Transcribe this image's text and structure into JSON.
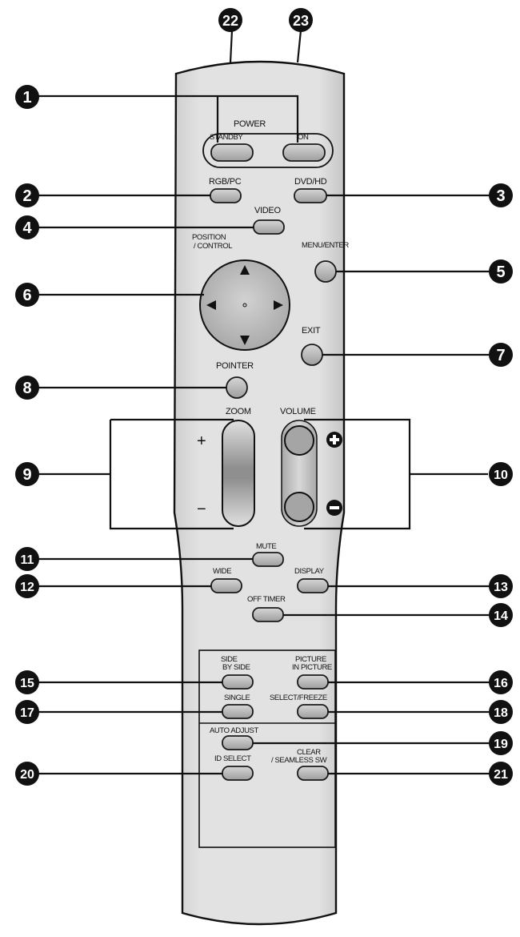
{
  "callouts": {
    "n1": "1",
    "n2": "2",
    "n3": "3",
    "n4": "4",
    "n5": "5",
    "n6": "6",
    "n7": "7",
    "n8": "8",
    "n9": "9",
    "n10": "10",
    "n11": "11",
    "n12": "12",
    "n13": "13",
    "n14": "14",
    "n15": "15",
    "n16": "16",
    "n17": "17",
    "n18": "18",
    "n19": "19",
    "n20": "20",
    "n21": "21",
    "n22": "22",
    "n23": "23"
  },
  "labels": {
    "power": "POWER",
    "standby": "STANDBY",
    "on": "ON",
    "rgb_pc": "RGB/PC",
    "dvd_hd": "DVD/HD",
    "video": "VIDEO",
    "position_line1": "POSITION",
    "position_line2": "/ CONTROL",
    "menu_enter": "MENU/ENTER",
    "exit": "EXIT",
    "pointer": "POINTER",
    "zoom": "ZOOM",
    "volume": "VOLUME",
    "zoom_plus": "+",
    "zoom_minus": "−",
    "mute": "MUTE",
    "wide": "WIDE",
    "display": "DISPLAY",
    "off_timer": "OFF TIMER",
    "side_line1": "SIDE",
    "side_line2": "BY SIDE",
    "pip_line1": "PICTURE",
    "pip_line2": "IN PICTURE",
    "single": "SINGLE",
    "select_freeze": "SELECT/FREEZE",
    "auto_adjust": "AUTO ADJUST",
    "id_select": "ID SELECT",
    "clear_line1": "CLEAR",
    "clear_line2": "/ SEAMLESS SW"
  },
  "colors": {
    "body": "#dcdcdc",
    "button": "#bdbdbd",
    "callout": "#111111"
  }
}
